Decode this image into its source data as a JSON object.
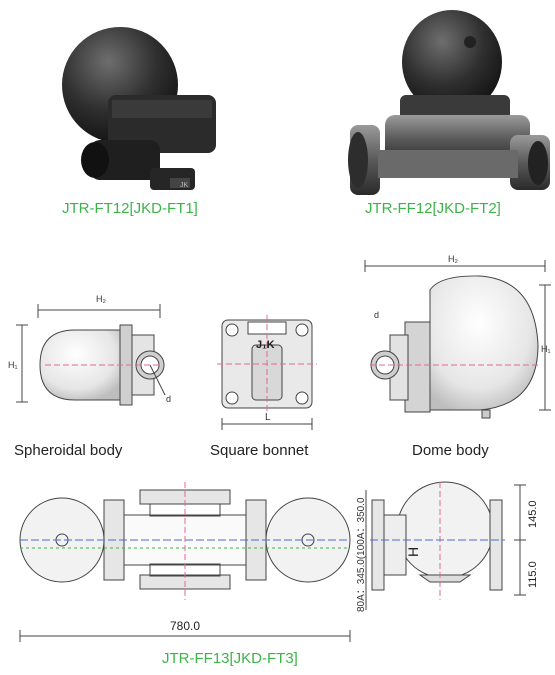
{
  "captions": {
    "ft12": "JTR-FT12[JKD-FT1]",
    "ff12": "JTR-FF12[JKD-FT2]",
    "spheroidal": "Spheroidal body",
    "square": "Square bonnet",
    "dome": "Dome body",
    "ff13": "JTR-FF13[JKD-FT3]"
  },
  "labels": {
    "h2_left": "H₂",
    "h1_left": "H₁",
    "d_left": "d",
    "h2_right": "H₂",
    "h1_right": "H₁",
    "d_right": "d",
    "l_square": "L",
    "jk_mark": "J₁K",
    "photo_mark": "JK"
  },
  "ft3": {
    "length": "780.0",
    "side_dims": "80A：345.0(100A：350.0",
    "upper": "145.0",
    "lower": "115.0",
    "h_mark": "H"
  },
  "colors": {
    "caption_green": "#3cb44a",
    "drawing_line": "#444444",
    "centerline_pink": "#e06a9a",
    "centerline_green": "#3cb44a",
    "centerline_blue": "#4a6fd0"
  }
}
